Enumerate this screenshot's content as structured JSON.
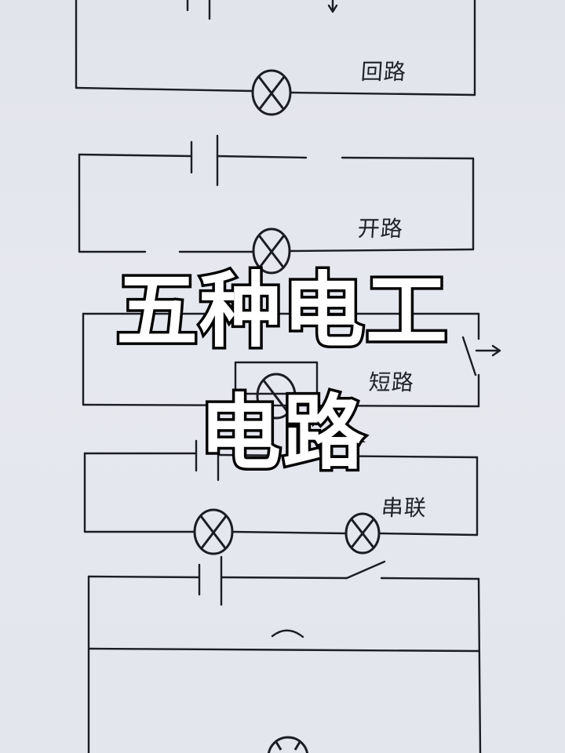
{
  "title": {
    "line1": "五种电工",
    "line2": "电路",
    "text_color": "#ffffff",
    "stroke_color": "#000000"
  },
  "paper_color": "#e3e5ec",
  "ink_color": "#1c1d24",
  "circuits": [
    {
      "id": "loop",
      "label": "回路",
      "components": [
        "battery",
        "lamp",
        "current-arrow"
      ]
    },
    {
      "id": "open",
      "label": "开路",
      "components": [
        "battery",
        "lamp",
        "wire-gaps"
      ]
    },
    {
      "id": "short",
      "label": "短路",
      "components": [
        "lamp",
        "bypass-wire",
        "switch",
        "arrow"
      ]
    },
    {
      "id": "series",
      "label": "串联",
      "components": [
        "battery",
        "lamp",
        "lamp"
      ]
    },
    {
      "id": "parallel",
      "label": "",
      "components": [
        "battery",
        "switch",
        "lamp",
        "arc"
      ]
    }
  ],
  "labels": {
    "loop": "回路",
    "open": "开路",
    "short": "短路",
    "series": "串联"
  },
  "short_arrow": "→"
}
